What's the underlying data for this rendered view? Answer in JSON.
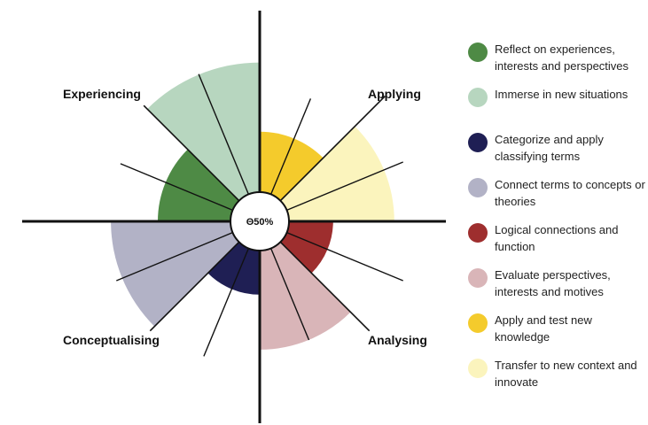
{
  "center_label": "Θ50%",
  "quadrants": {
    "experiencing": "Experiencing",
    "applying": "Applying",
    "analysing": "Analysing",
    "conceptualising": "Conceptualising"
  },
  "segments": [
    {
      "key": "reflect",
      "label": "Reflect on experiences, interests and perspectives",
      "color": "#4e8a45",
      "level": 0.5
    },
    {
      "key": "immerse",
      "label": "Immerse in new situations",
      "color": "#b7d6bf",
      "level": 0.78
    },
    {
      "key": "categorize",
      "label": "Categorize and apply classifying terms",
      "color": "#1f1f54",
      "level": 0.36
    },
    {
      "key": "connect",
      "label": "Connect terms to concepts or theories",
      "color": "#b2b2c6",
      "level": 0.73
    },
    {
      "key": "logical",
      "label": "Logical connections and function",
      "color": "#9e2e2e",
      "level": 0.36
    },
    {
      "key": "evaluate",
      "label": "Evaluate perspectives, interests and motives",
      "color": "#d9b5b8",
      "level": 0.63
    },
    {
      "key": "apply",
      "label": "Apply and test new knowledge",
      "color": "#f4cb2c",
      "level": 0.44
    },
    {
      "key": "transfer",
      "label": "Transfer to new context and innovate",
      "color": "#fbf4bd",
      "level": 0.66
    }
  ]
}
